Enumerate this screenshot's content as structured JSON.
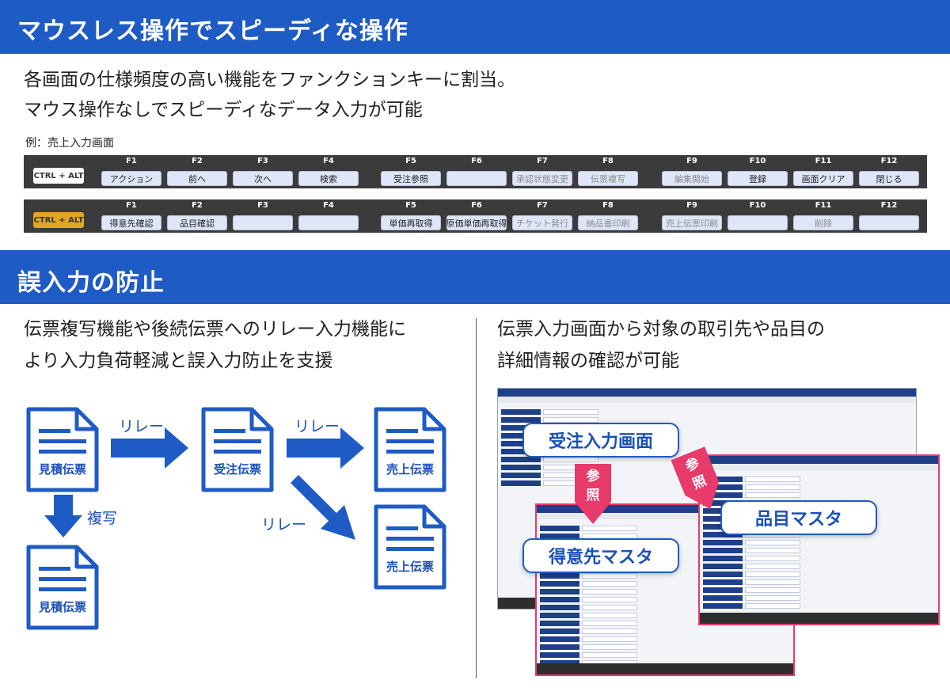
{
  "sections": {
    "mouseless_title": "マウスレス操作でスピーディな操作",
    "error_title": "誤入力の防止"
  },
  "lead": {
    "line1": "各画面の仕様頻度の高い機能をファンクションキーに割当。",
    "line2": "マウス操作なしでスピーディなデータ入力が可能"
  },
  "example_label": "例：売上入力画面",
  "fkey_bar1": {
    "modifier": "CTRL + ALT",
    "keys": [
      {
        "key": "F1",
        "label": "アクション"
      },
      {
        "key": "F2",
        "label": "前へ"
      },
      {
        "key": "F3",
        "label": "次へ"
      },
      {
        "key": "F4",
        "label": "検索"
      },
      {
        "key": "F5",
        "label": "受注参照"
      },
      {
        "key": "F6",
        "label": ""
      },
      {
        "key": "F7",
        "label": "承認状態変更"
      },
      {
        "key": "F8",
        "label": "伝票複写"
      },
      {
        "key": "F9",
        "label": "編集開始"
      },
      {
        "key": "F10",
        "label": "登録"
      },
      {
        "key": "F11",
        "label": "画面クリア"
      },
      {
        "key": "F12",
        "label": "閉じる"
      }
    ]
  },
  "fkey_bar2": {
    "modifier": "CTRL + ALT",
    "keys": [
      {
        "key": "F1",
        "label": "得意先確認"
      },
      {
        "key": "F2",
        "label": "品目確認"
      },
      {
        "key": "F3",
        "label": ""
      },
      {
        "key": "F4",
        "label": ""
      },
      {
        "key": "F5",
        "label": "単価再取得"
      },
      {
        "key": "F6",
        "label": "原価単価再取得"
      },
      {
        "key": "F7",
        "label": "チケット発行"
      },
      {
        "key": "F8",
        "label": "納品書印刷"
      },
      {
        "key": "F9",
        "label": "売上伝票印刷"
      },
      {
        "key": "F10",
        "label": ""
      },
      {
        "key": "F11",
        "label": "削除"
      },
      {
        "key": "F12",
        "label": ""
      }
    ]
  },
  "left_column": {
    "heading_line1": "伝票複写機能や後続伝票へのリレー入力機能に",
    "heading_line2": "より入力負荷軽減と誤入力防止を支援",
    "docs": {
      "estimate": "見積伝票",
      "order": "受注伝票",
      "sales1": "売上伝票",
      "sales2": "売上伝票",
      "estimate_copy": "見積伝票"
    },
    "arrows": {
      "relay1": "リレー",
      "relay2": "リレー",
      "relay3": "リレー",
      "copy": "複写"
    }
  },
  "right_column": {
    "heading_line1": "伝票入力画面から対象の取引先や品目の",
    "heading_line2": "詳細情報の確認が可能",
    "callouts": {
      "order_screen": "受注入力画面",
      "customer_master": "得意先マスタ",
      "item_master": "品目マスタ"
    },
    "ref_badge": {
      "line1": "参",
      "line2": "照"
    }
  },
  "colors": {
    "banner": "#1f5bc4",
    "doc_blue": "#1f5bc4",
    "callout_pink": "#e83a6b",
    "ctrl_gold": "#e2a624"
  }
}
